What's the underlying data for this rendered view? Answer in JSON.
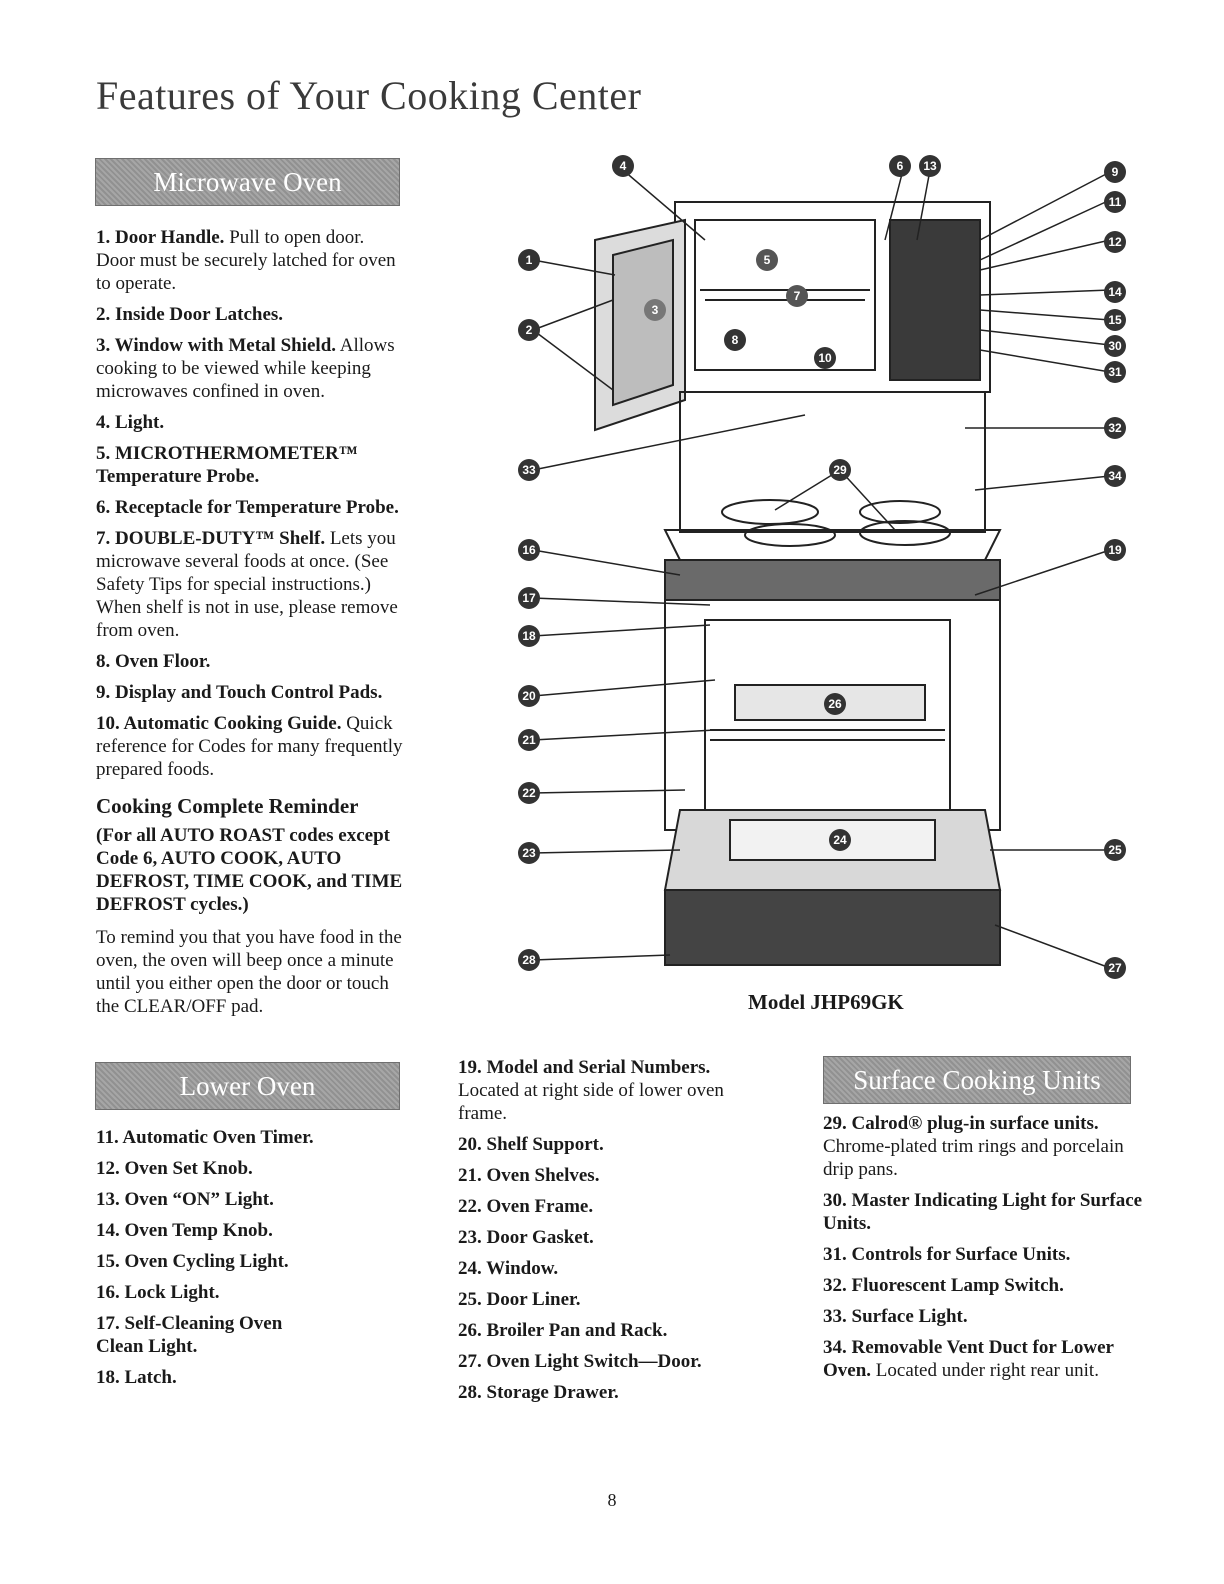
{
  "page": {
    "title": "Features of Your Cooking Center",
    "number": "8"
  },
  "microwave": {
    "banner": "Microwave Oven",
    "items": [
      {
        "title": "1. Door Handle.",
        "desc": " Pull to open door. Door must be securely latched for oven to operate."
      },
      {
        "title": "2. Inside Door Latches.",
        "desc": ""
      },
      {
        "title": "3. Window with Metal Shield.",
        "desc": " Allows cooking to be viewed while keeping microwaves confined in oven."
      },
      {
        "title": "4. Light.",
        "desc": ""
      },
      {
        "title": "5. MICROTHERMOMETER™ Temperature Probe.",
        "desc": ""
      },
      {
        "title": "6. Receptacle for Temperature Probe.",
        "desc": ""
      },
      {
        "title": "7. DOUBLE-DUTY™ Shelf.",
        "desc": " Lets you microwave several foods at once. (See Safety Tips for special instructions.) When shelf is not in use, please remove from oven."
      },
      {
        "title": "8. Oven Floor.",
        "desc": ""
      },
      {
        "title": "9. Display and Touch Control Pads.",
        "desc": ""
      },
      {
        "title": "10. Automatic Cooking Guide.",
        "desc": " Quick reference for Codes for many frequently prepared foods."
      }
    ],
    "reminder_title": "Cooking Complete Reminder",
    "reminder_sub": "(For all AUTO ROAST codes except Code 6, AUTO COOK, AUTO DEFROST, TIME COOK, and TIME DEFROST cycles.)",
    "reminder_body": "To remind you that you have food in the oven, the oven will beep once a minute until you either open the door or touch the CLEAR/OFF pad."
  },
  "lower_oven": {
    "banner": "Lower Oven",
    "items": [
      "11. Automatic Oven Timer.",
      "12. Oven Set Knob.",
      "13. Oven “ON” Light.",
      "14. Oven Temp Knob.",
      "15. Oven Cycling Light.",
      "16. Lock Light.",
      "17. Self-Cleaning Oven Clean Light.",
      "18. Latch."
    ]
  },
  "middle_list": {
    "items": [
      {
        "title": "19. Model and Serial Numbers.",
        "desc": " Located at right side of lower oven frame."
      },
      {
        "title": "20. Shelf Support.",
        "desc": ""
      },
      {
        "title": "21. Oven Shelves.",
        "desc": ""
      },
      {
        "title": "22. Oven Frame.",
        "desc": ""
      },
      {
        "title": "23. Door Gasket.",
        "desc": ""
      },
      {
        "title": "24. Window.",
        "desc": ""
      },
      {
        "title": "25. Door Liner.",
        "desc": ""
      },
      {
        "title": "26. Broiler Pan and Rack.",
        "desc": ""
      },
      {
        "title": "27. Oven Light Switch—Door.",
        "desc": ""
      },
      {
        "title": "28. Storage Drawer.",
        "desc": ""
      }
    ]
  },
  "surface": {
    "banner": "Surface Cooking Units",
    "items": [
      {
        "title": "29. Calrod® plug-in surface units.",
        "desc": " Chrome-plated trim rings and porcelain drip pans."
      },
      {
        "title": "30. Master Indicating Light for Surface Units.",
        "desc": ""
      },
      {
        "title": "31. Controls for Surface Units.",
        "desc": ""
      },
      {
        "title": "32. Fluorescent Lamp Switch.",
        "desc": ""
      },
      {
        "title": "33. Surface Light.",
        "desc": ""
      },
      {
        "title": "34. Removable Vent Duct for Lower Oven.",
        "desc": " Located under right rear unit."
      }
    ]
  },
  "diagram": {
    "model": "Model JHP69GK",
    "callouts": [
      "1",
      "2",
      "3",
      "4",
      "5",
      "6",
      "7",
      "8",
      "9",
      "10",
      "11",
      "12",
      "13",
      "14",
      "15",
      "16",
      "17",
      "18",
      "19",
      "20",
      "21",
      "22",
      "23",
      "24",
      "25",
      "26",
      "27",
      "28",
      "29",
      "30",
      "31",
      "32",
      "33",
      "34"
    ]
  }
}
